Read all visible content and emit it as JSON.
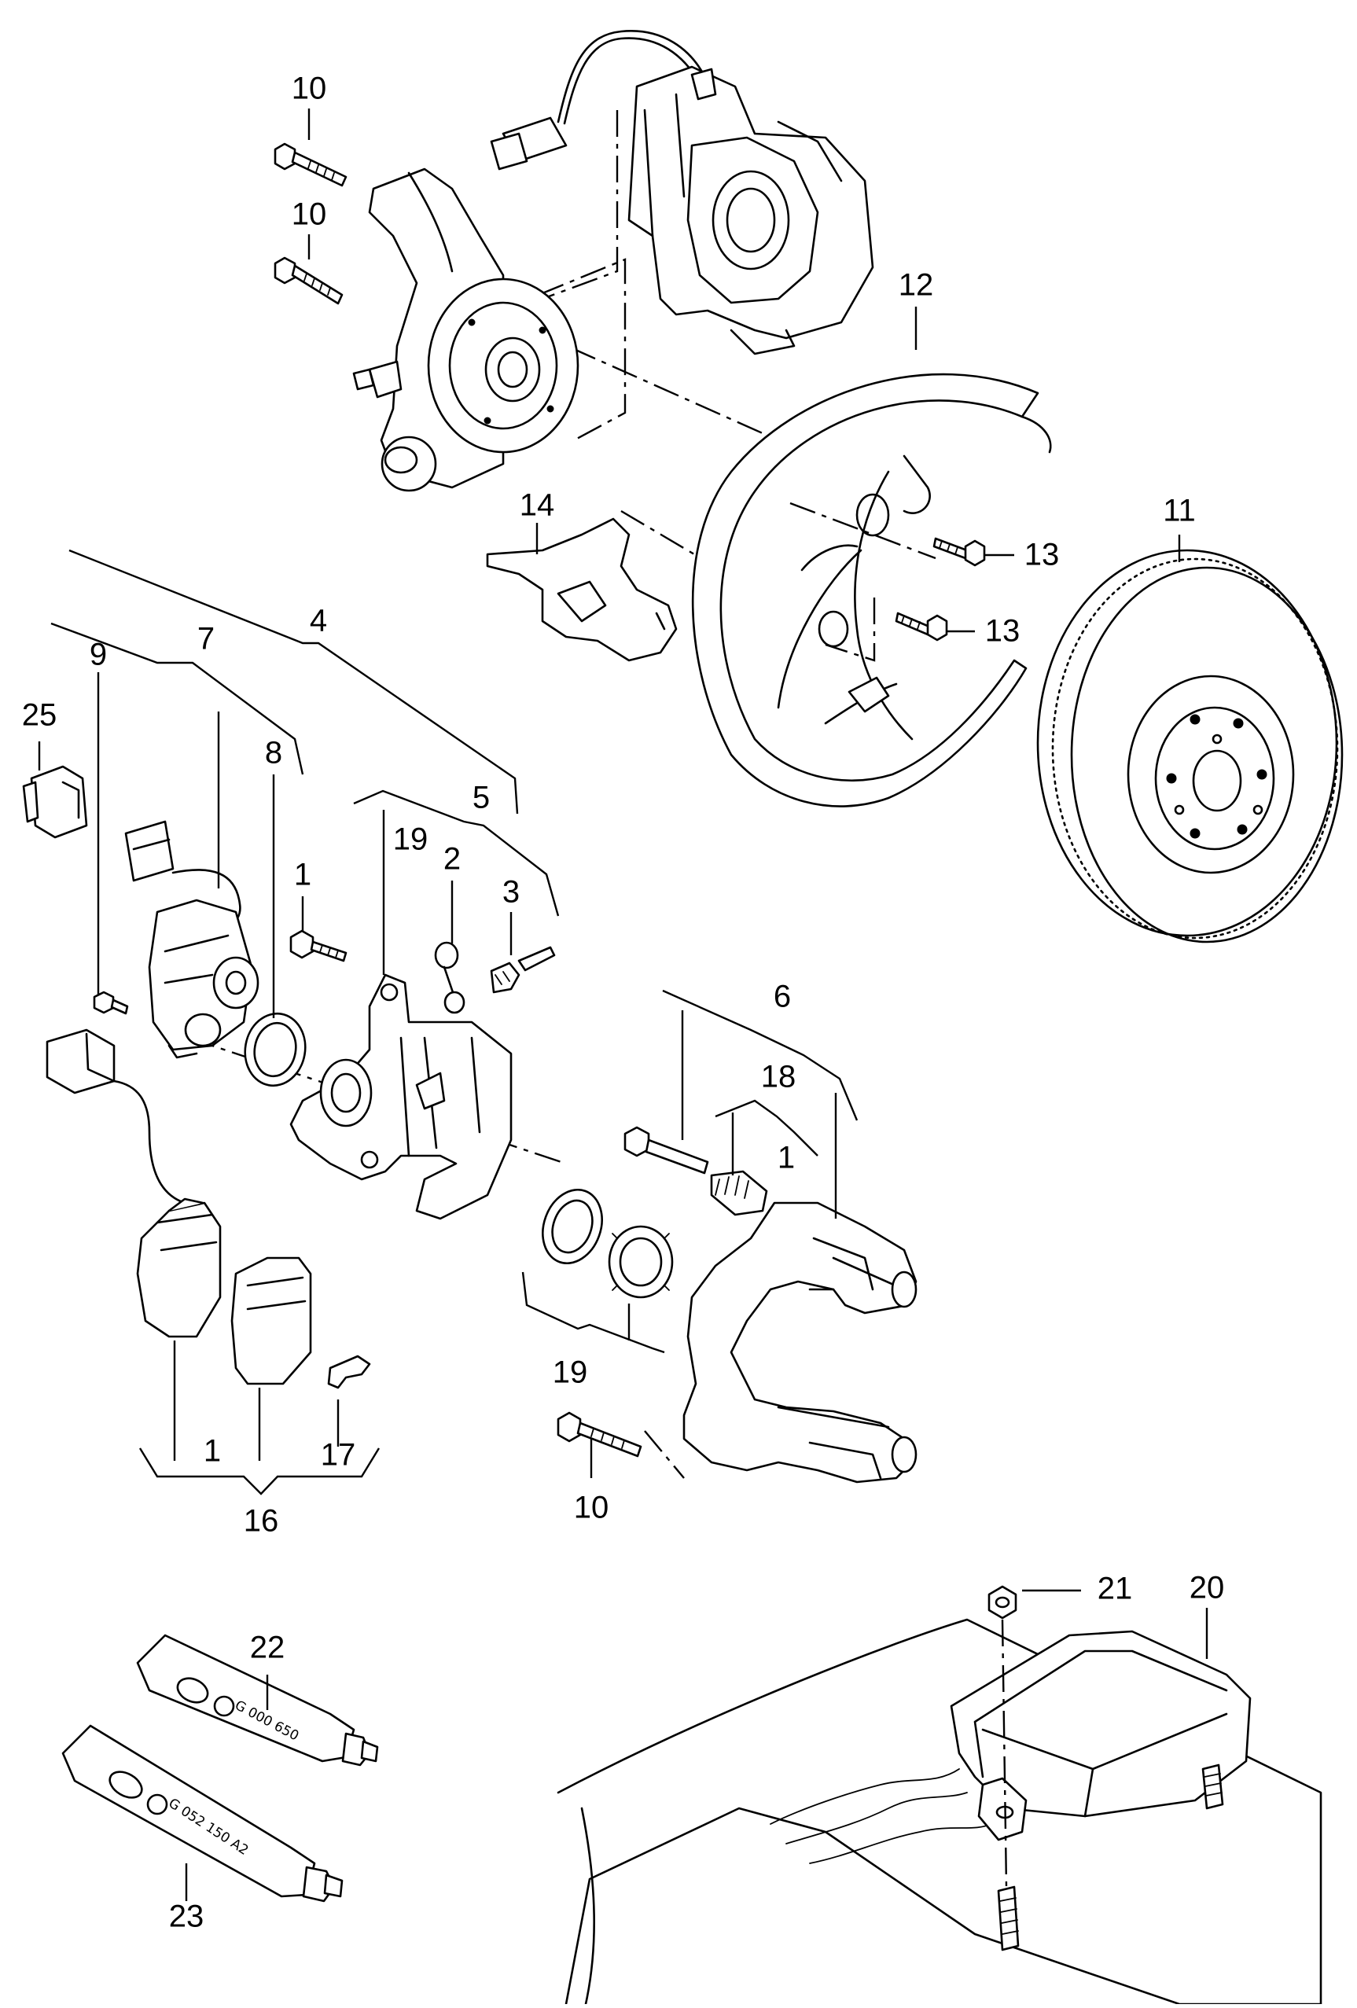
{
  "callouts": [
    {
      "id": "c10a",
      "text": "10"
    },
    {
      "id": "c10b",
      "text": "10"
    },
    {
      "id": "c12",
      "text": "12"
    },
    {
      "id": "c14",
      "text": "14"
    },
    {
      "id": "c11",
      "text": "11"
    },
    {
      "id": "c13a",
      "text": "13"
    },
    {
      "id": "c13b",
      "text": "13"
    },
    {
      "id": "c4",
      "text": "4"
    },
    {
      "id": "c9",
      "text": "9"
    },
    {
      "id": "c7",
      "text": "7"
    },
    {
      "id": "c25",
      "text": "25"
    },
    {
      "id": "c8",
      "text": "8"
    },
    {
      "id": "c5",
      "text": "5"
    },
    {
      "id": "c19a",
      "text": "19"
    },
    {
      "id": "c2",
      "text": "2"
    },
    {
      "id": "c1a",
      "text": "1"
    },
    {
      "id": "c3",
      "text": "3"
    },
    {
      "id": "c6",
      "text": "6"
    },
    {
      "id": "c18",
      "text": "18"
    },
    {
      "id": "c1b",
      "text": "1"
    },
    {
      "id": "c19b",
      "text": "19"
    },
    {
      "id": "c10c",
      "text": "10"
    },
    {
      "id": "c1c",
      "text": "1"
    },
    {
      "id": "c17",
      "text": "17"
    },
    {
      "id": "c16",
      "text": "16"
    },
    {
      "id": "c21",
      "text": "21"
    },
    {
      "id": "c20",
      "text": "20"
    },
    {
      "id": "c22",
      "text": "22"
    },
    {
      "id": "c23",
      "text": "23"
    }
  ],
  "tubes": {
    "upper_label": "G 000 650",
    "lower_label": "G 052 150 A2"
  }
}
